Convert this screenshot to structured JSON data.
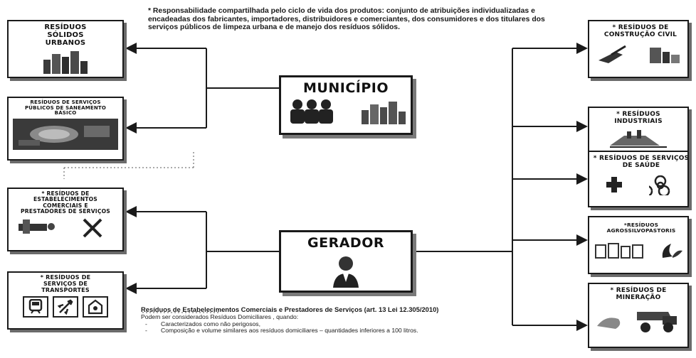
{
  "top_note": "* Responsabilidade compartilhada pelo ciclo de vida dos produtos: conjunto de atribuições individualizadas e encadeadas dos fabricantes, importadores, distribuidores e comerciantes, dos consumidores e dos titulares dos serviços públicos de limpeza urbana e de manejo dos resíduos sólidos.",
  "center": {
    "municipio": "MUNICÍPIO",
    "gerador": "GERADOR"
  },
  "left_boxes": [
    {
      "label": "RESÍDUOS SÓLIDOS URBANOS",
      "icon": "city-buildings-icon"
    },
    {
      "label": "RESÍDUOS DE SERVIÇOS PÚBLICOS DE SANEAMENTO BÁSICO",
      "icon": "sewage-plant-photo"
    },
    {
      "label": "* RESÍDUOS DE ESTABELECIMENTOS COMERCIAIS E PRESTADORES DE SERVIÇOS",
      "icon": "tools-icon"
    },
    {
      "label": "* RESÍDUOS DE SERVIÇOS DE TRANSPORTES",
      "icon": "transport-icons"
    }
  ],
  "right_boxes": [
    {
      "label": "* RESÍDUOS DE CONSTRUÇÃO CIVIL",
      "icon": "construction-icon"
    },
    {
      "label": "* RESÍDUOS INDUSTRIAIS",
      "icon": "industry-icon"
    },
    {
      "label": "* RESÍDUOS DE SERVIÇOS DE SAÚDE",
      "icon": "health-biohazard-icon"
    },
    {
      "label": "*RESÍDUOS AGROSSILVOPASTORIS",
      "icon": "agro-icon"
    },
    {
      "label": "* RESÍDUOS DE MINERAÇÃO",
      "icon": "mining-truck-icon"
    }
  ],
  "bottom_note": {
    "title": "Resíduos de Estabelecimentos Comerciais e Prestadores de Serviços (art. 13 Lei 12.305/2010)",
    "line1": "Podem ser considerados Resíduos Domiciliares , quando:",
    "items": [
      "Caracterizados como não perigosos,",
      "Composição e volume similares aos resíduos domiciliares – quantidades inferiores a 100 litros."
    ]
  },
  "colors": {
    "line": "#1a1a1a",
    "shadow": "#6b6b6b",
    "icon": "#2a2a2a"
  }
}
